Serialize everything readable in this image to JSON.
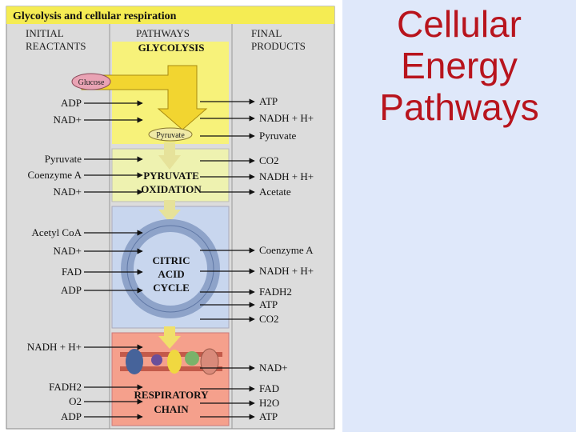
{
  "slide": {
    "title_lines": [
      "Cellular",
      "Energy",
      "Pathways"
    ],
    "colors": {
      "title": "#b8141d",
      "panel": "#dfe8fa"
    }
  },
  "figure": {
    "caption": "Glycolysis and cellular respiration",
    "headers": {
      "initial": [
        "INITIAL",
        "REACTANTS"
      ],
      "pathways": "PATHWAYS",
      "final": [
        "FINAL",
        "PRODUCTS"
      ]
    },
    "stages": [
      {
        "name_lines": [
          "GLYCOLYSIS"
        ],
        "inputs": [
          "ADP",
          "NAD+"
        ],
        "outputs": [
          "ATP",
          "NADH + H+",
          "Pyruvate"
        ],
        "color": "#f7f27a"
      },
      {
        "name_lines": [
          "PYRUVATE",
          "OXIDATION"
        ],
        "inputs": [
          "Pyruvate",
          "Coenzyme A",
          "NAD+"
        ],
        "outputs": [
          "CO2",
          "NADH + H+",
          "Acetate"
        ],
        "color": "#eef2b0"
      },
      {
        "name_lines": [
          "CITRIC",
          "ACID",
          "CYCLE"
        ],
        "inputs": [
          "Acetyl CoA",
          "NAD+",
          "FAD",
          "ADP"
        ],
        "outputs": [
          "Coenzyme A",
          "NADH + H+",
          "FADH2",
          "ATP",
          "CO2"
        ],
        "color": "#c8d6ee"
      },
      {
        "name_lines": [
          "RESPIRATORY",
          "CHAIN"
        ],
        "inputs": [
          "NADH + H+",
          "FADH2",
          "O2",
          "ADP"
        ],
        "outputs": [
          "NAD+",
          "FAD",
          "H2O",
          "ATP"
        ],
        "color": "#f5a08c"
      }
    ],
    "glucose_label": "Glucose",
    "pyruvate_label": "Pyruvate"
  }
}
